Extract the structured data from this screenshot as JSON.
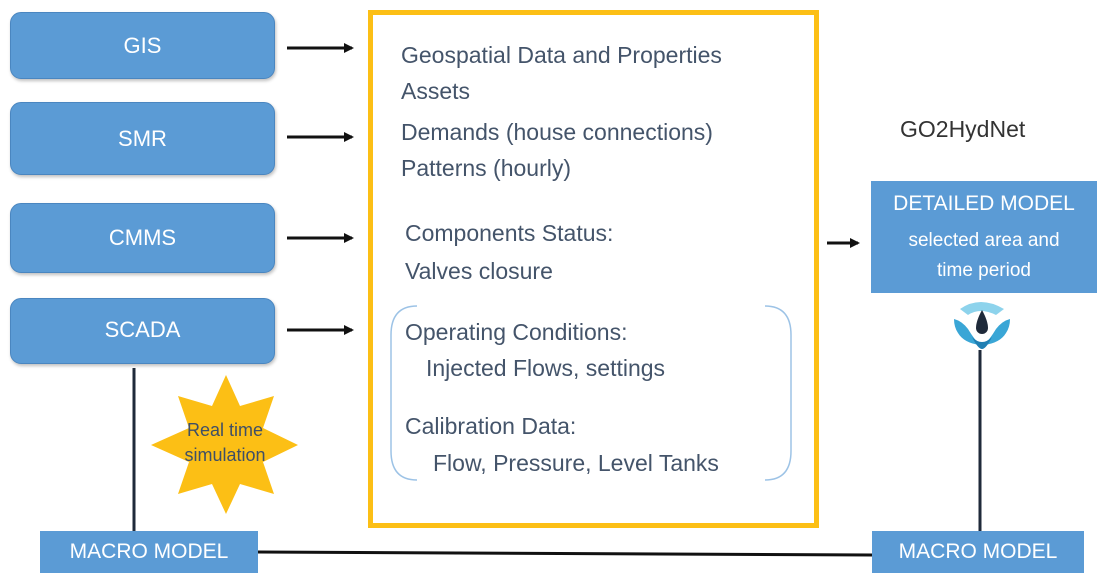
{
  "sources": {
    "gis": "GIS",
    "smr": "SMR",
    "cmms": "CMMS",
    "scada": "SCADA"
  },
  "data_panel": {
    "line1": "Geospatial Data and Properties",
    "line2": "Assets",
    "line3": "Demands (house connections)",
    "line4": "Patterns (hourly)",
    "line5": "Components Status:",
    "line6": "Valves closure",
    "line7": "Operating Conditions:",
    "line8": "Injected Flows, settings",
    "line9": "Calibration Data:",
    "line10": "Flow, Pressure, Level Tanks"
  },
  "brand": "GO2HydNet",
  "detailed_model": {
    "title": "DETAILED MODEL",
    "sub1": "selected area and",
    "sub2": "time period"
  },
  "star": {
    "line1": "Real time",
    "line2": "simulation"
  },
  "macro_left": "MACRO MODEL",
  "macro_right": "MACRO MODEL",
  "colors": {
    "box_blue": "#5b9bd5",
    "frame_yellow": "#fcbf15",
    "star_yellow": "#fcbf15",
    "text_slate": "#44546a",
    "line_dark": "#1f2a3a",
    "logo_light": "#8dd3ec",
    "logo_mid": "#3aa6d6",
    "logo_dark": "#1f7fb3"
  },
  "icons": {
    "logo": "water-drop-lotus-logo",
    "arrow": "arrow-right-icon"
  }
}
